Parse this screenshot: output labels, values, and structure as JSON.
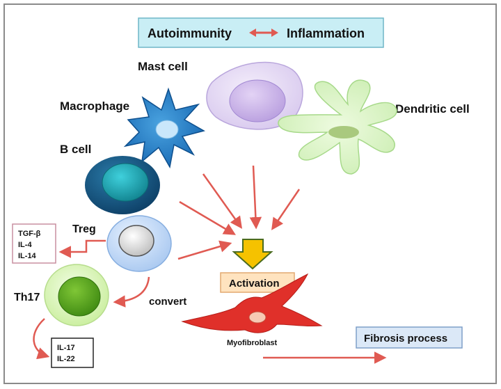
{
  "header": {
    "left": "Autoimmunity",
    "right": "Inflammation"
  },
  "cells": {
    "mast": "Mast cell",
    "macrophage": "Macrophage",
    "dendritic": "Dendritic cell",
    "bcell": "B cell",
    "treg": "Treg",
    "th17": "Th17"
  },
  "treg_cytokines": [
    "TGF-β",
    "IL-4",
    "IL-14"
  ],
  "th17_cytokines": [
    "IL-17",
    "IL-22"
  ],
  "convert_label": "convert",
  "activation_label": "Activation",
  "myofibroblast_label": "Myofibroblast",
  "fibrosis_label": "Fibrosis process",
  "colors": {
    "arrow": "#e05a52",
    "header_box": "#c9eef5",
    "label_box": "#ffe3bf",
    "fibrosis_box": "#dbe8f7",
    "down_arrow": "#f5c200"
  }
}
